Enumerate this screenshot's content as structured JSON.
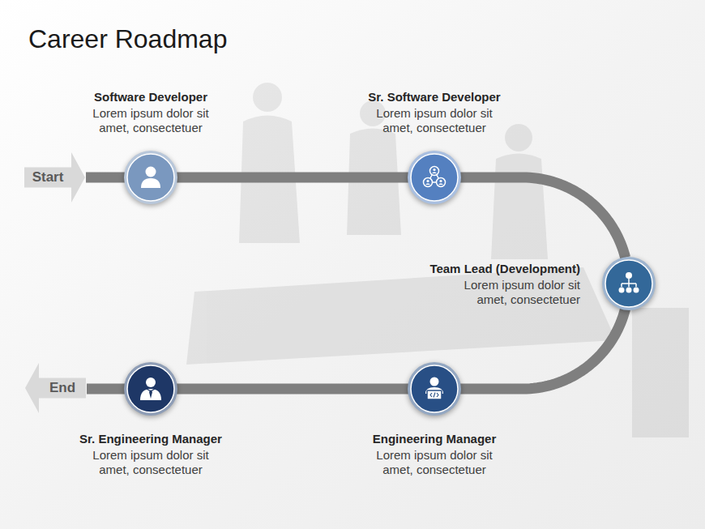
{
  "diagram": {
    "title": "Career Roadmap",
    "nodes": [
      {
        "text": [
          "Start"
        ]
      },
      {
        "text": [
          "Software Developer",
          "Lorem ipsum dolor sit amet, consectetuer"
        ]
      },
      {
        "text": [
          "Sr. Software Developer",
          "Lorem ipsum dolor sit amet, consectetuer"
        ]
      },
      {
        "text": [
          "Team Lead (Development)",
          "Lorem ipsum dolor sit amet, consectetuer"
        ]
      },
      {
        "text": [
          "Engineering Manager",
          "Lorem ipsum dolor sit amet, consectetuer"
        ]
      },
      {
        "text": [
          "Sr. Engineering Manager",
          "Lorem ipsum dolor sit amet, consectetuer"
        ]
      },
      {
        "text": [
          "End"
        ]
      }
    ],
    "edges": [
      {
        "from": 0,
        "to": 1,
        "arrow": "none"
      },
      {
        "from": 1,
        "to": 2,
        "arrow": "none"
      },
      {
        "from": 2,
        "to": 3,
        "arrow": "none"
      },
      {
        "from": 3,
        "to": 4,
        "arrow": "none"
      },
      {
        "from": 4,
        "to": 5,
        "arrow": "none"
      },
      {
        "from": 5,
        "to": 6,
        "arrow": "none"
      }
    ]
  }
}
